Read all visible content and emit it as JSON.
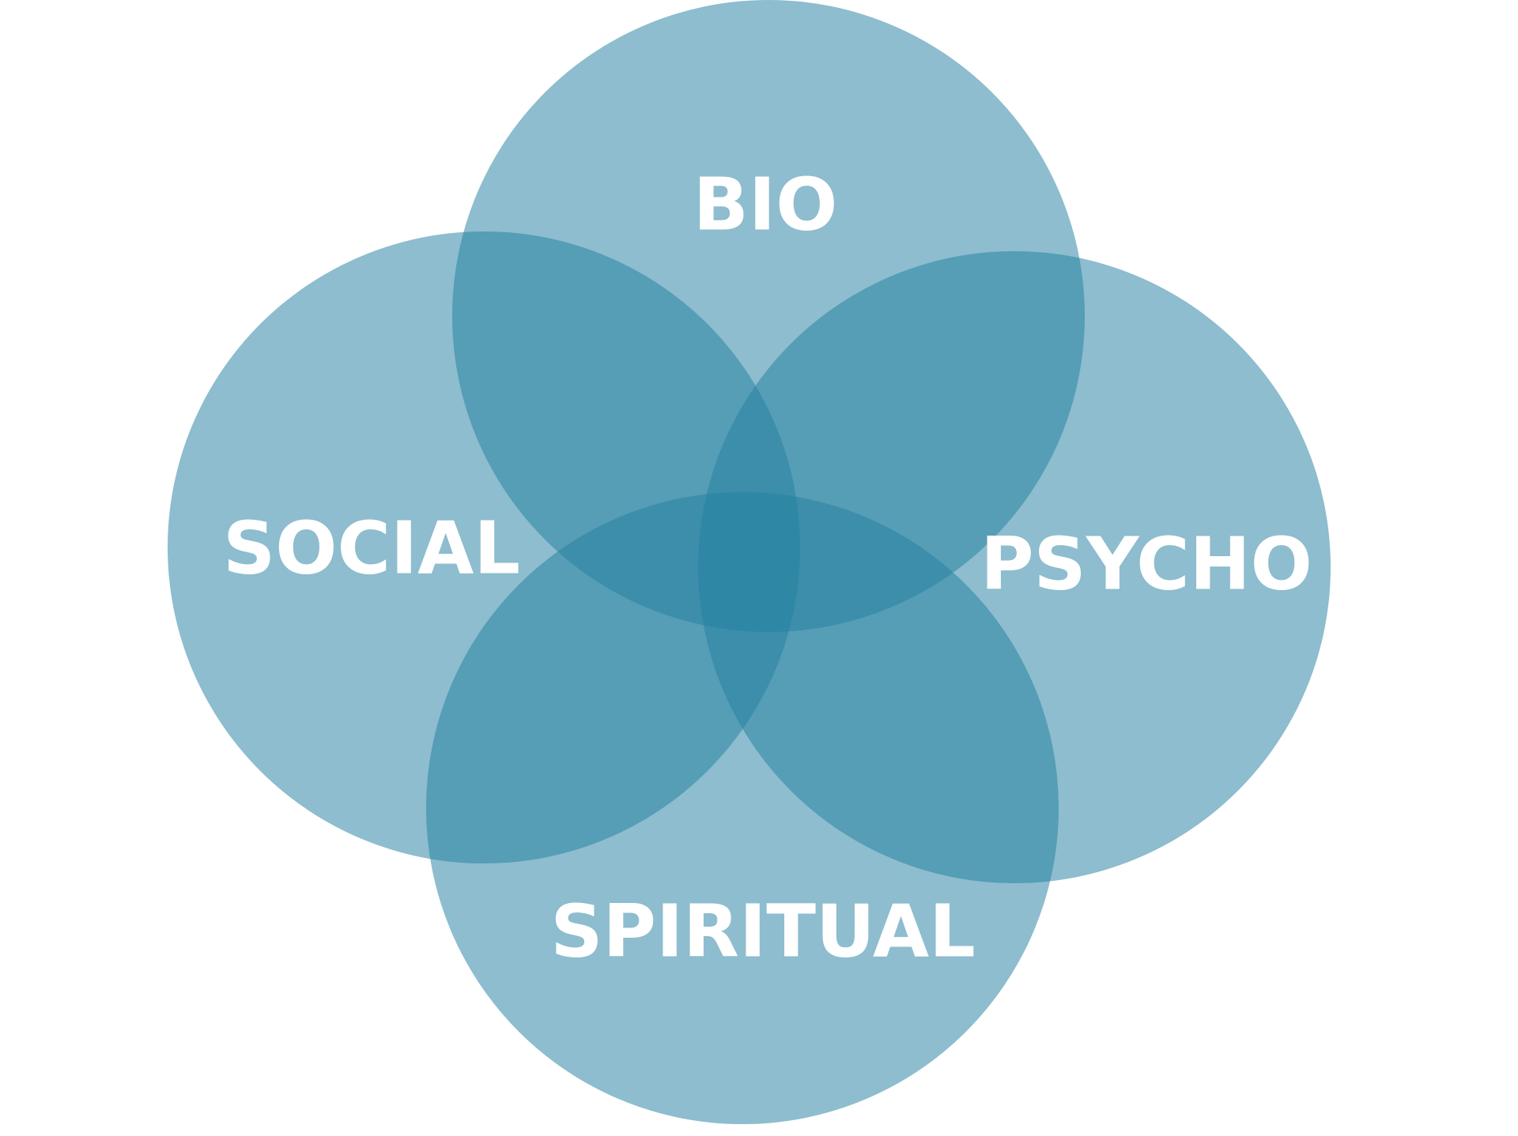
{
  "diagram": {
    "circles": [
      {
        "id": "bio",
        "label": "BIO"
      },
      {
        "id": "social",
        "label": "SOCIAL"
      },
      {
        "id": "psycho",
        "label": "PSYCHO"
      },
      {
        "id": "spiritual",
        "label": "SPIRITUAL"
      }
    ],
    "colors": {
      "circle_fill": "#2580a1",
      "label_text": "#ffffff"
    }
  }
}
